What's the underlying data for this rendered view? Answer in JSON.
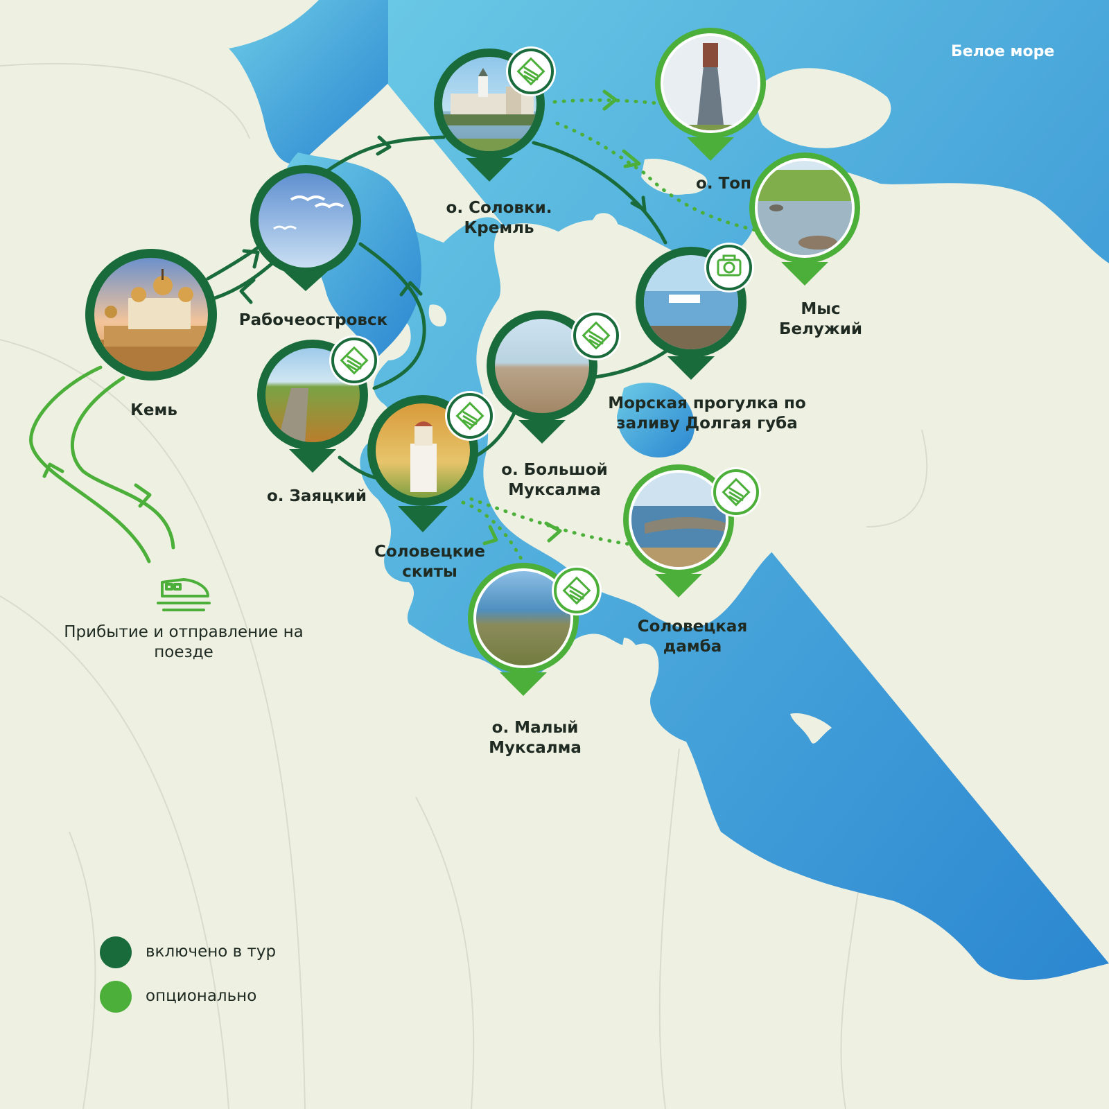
{
  "map": {
    "sea_label": "Белое море",
    "colors": {
      "land": "#eef1e2",
      "sea_light": "#6bc6e2",
      "sea_dark": "#2c8fd3",
      "included": "#1a6b3c",
      "optional": "#4caf3a"
    },
    "locations": [
      {
        "label": "Кемь",
        "status": "included",
        "photo": "church-photo"
      },
      {
        "label": "Рабочеостровск",
        "status": "included",
        "photo": "seagulls-photo"
      },
      {
        "label": "о. Соловки. Кремль",
        "status": "included",
        "photo": "kremlin-photo",
        "badge": "excursion-icon"
      },
      {
        "label": "о. Заяцкий",
        "status": "included",
        "photo": "boardwalk-photo",
        "badge": "excursion-icon"
      },
      {
        "label": "Соловецкие скиты",
        "status": "included",
        "photo": "skete-photo",
        "badge": "excursion-icon"
      },
      {
        "label": "о. Большой Муксалма",
        "status": "included",
        "photo": "shore-photo",
        "badge": "excursion-icon"
      },
      {
        "label": "Морская прогулка по заливу Долгая губа",
        "status": "included",
        "photo": "boat-photo",
        "badge": "camera-icon"
      },
      {
        "label": "о. Топ",
        "status": "optional",
        "photo": "lighthouse-photo"
      },
      {
        "label": "Мыс Белужий",
        "status": "optional",
        "photo": "cape-photo"
      },
      {
        "label": "Соловецкая дамба",
        "status": "optional",
        "photo": "dam-photo",
        "badge": "excursion-icon"
      },
      {
        "label": "о. Малый Муксалма",
        "status": "optional",
        "photo": "island-photo",
        "badge": "excursion-icon"
      }
    ],
    "train": {
      "label": "Прибытие и отправление на поезде",
      "icon": "train-icon"
    }
  },
  "legend": {
    "included": "включено в тур",
    "optional": "опционально"
  }
}
